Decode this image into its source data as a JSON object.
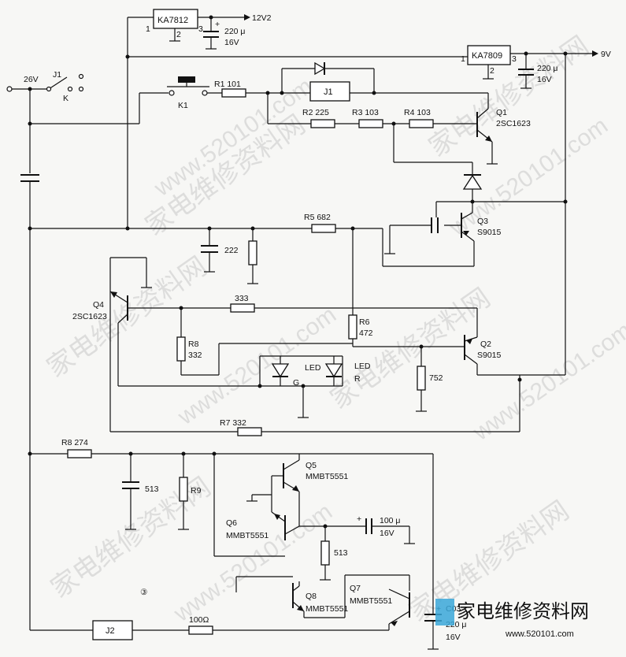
{
  "supply": {
    "input_label": "26V",
    "out12": "12V2",
    "out9": "9V"
  },
  "switches": {
    "relay_contact": "J1",
    "relay_contact_k": "K",
    "pushbutton": "K1"
  },
  "regulators": [
    {
      "name": "KA7812",
      "pin1": "1",
      "pin2": "2",
      "pin3": "3"
    },
    {
      "name": "KA7809",
      "pin1": "1",
      "pin2": "2",
      "pin3": "3"
    }
  ],
  "capacitors": {
    "c12": {
      "value": "220 μ",
      "voltage": "16V"
    },
    "c9": {
      "value": "220 μ",
      "voltage": "16V"
    },
    "c222": "222",
    "c513": "513",
    "c100": {
      "value": "100 μ",
      "voltage": "16V"
    },
    "c03": {
      "ref": "C03",
      "value": "220 μ",
      "voltage": "16V"
    }
  },
  "relays": {
    "j1": "J1",
    "j2": "J2"
  },
  "resistors": {
    "r1": "R1  101",
    "r2": "R2  225",
    "r3": "R3  103",
    "r4": "R4  103",
    "r5": "R5  682",
    "r6_ref": "R6",
    "r6_val": "472",
    "r333": "333",
    "r8_ref": "R8",
    "r8_val": "332",
    "r752": "752",
    "r7": "R7  332",
    "r8b": "R8  274",
    "r9": "R9",
    "r513": "513",
    "r100": "100Ω"
  },
  "transistors": {
    "q1": {
      "ref": "Q1",
      "part": "2SC1623"
    },
    "q2": {
      "ref": "Q2",
      "part": "S9015"
    },
    "q3": {
      "ref": "Q3",
      "part": "S9015"
    },
    "q4": {
      "ref": "Q4",
      "part": "2SC1623"
    },
    "q5": {
      "ref": "Q5",
      "part": "MMBT5551"
    },
    "q6": {
      "ref": "Q6",
      "part": "MMBT5551"
    },
    "q7": {
      "ref": "Q7",
      "part": "MMBT5551"
    },
    "q8": {
      "ref": "Q8",
      "part": "MMBT5551"
    }
  },
  "leds": {
    "g_label": "LED",
    "g_color": "G",
    "r_label": "LED",
    "r_color": "R"
  },
  "figure_number": "③",
  "watermarks": {
    "cn": "家电维修资料网",
    "url": "www.520101.com",
    "brand_cn": "家电维修资料网",
    "brand_url": "www.520101.com"
  }
}
